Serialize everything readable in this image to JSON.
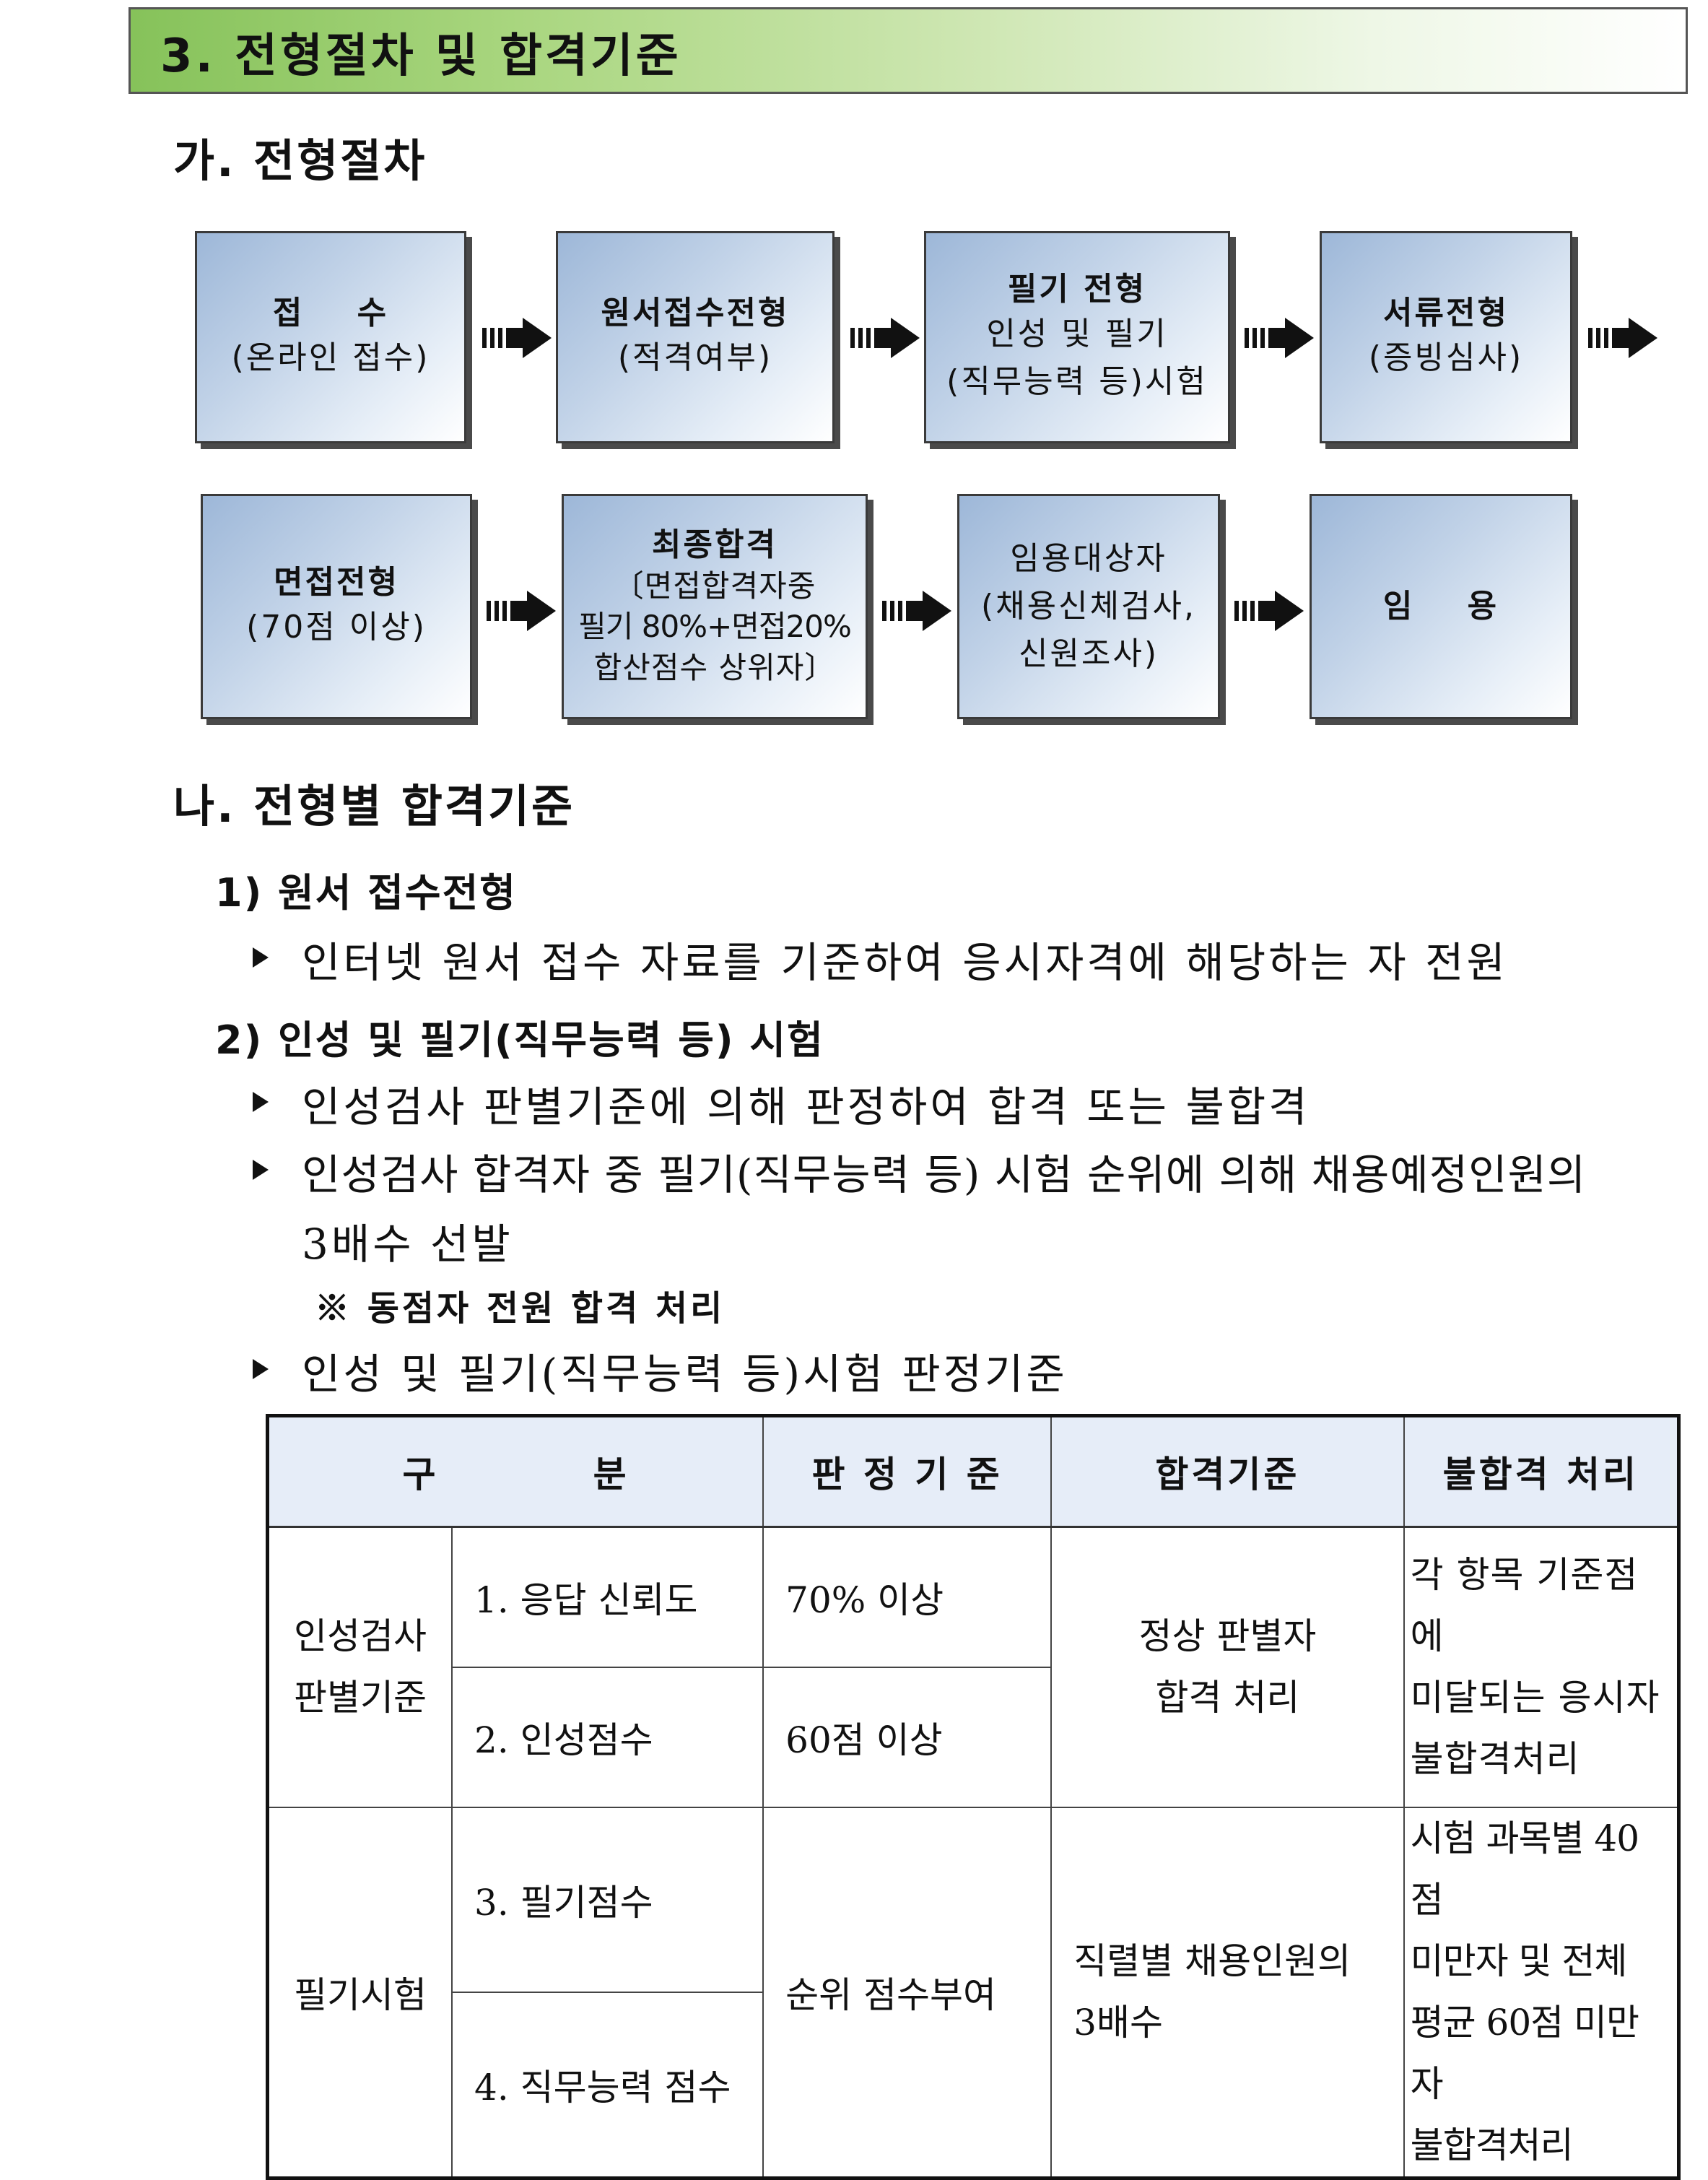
{
  "section": {
    "title": "3. 전형절차 및 합격기준"
  },
  "procedure": {
    "title": "가. 전형절차",
    "row1": [
      {
        "line1": "접    수",
        "line2": "(온라인 접수)"
      },
      {
        "line1": "원서접수전형",
        "line2": "(적격여부)"
      },
      {
        "line1": "필기 전형",
        "line2": "인성 및 필기",
        "line3": "(직무능력 등)시험"
      },
      {
        "line1": "서류전형",
        "line2": "(증빙심사)"
      }
    ],
    "row2": [
      {
        "line1": "면접전형",
        "line2": "(70점 이상)"
      },
      {
        "line1": "최종합격",
        "line2": "〔면접합격자중",
        "line3": "필기 80%+면접20%",
        "line4": "합산점수 상위자〕"
      },
      {
        "line1": "임용대상자",
        "line2": "(채용신체검사,",
        "line3": "신원조사)"
      },
      {
        "line1": "임    용"
      }
    ]
  },
  "criteria": {
    "title": "나. 전형별 합격기준",
    "item1": {
      "title": "1) 원서 접수전형",
      "bullet1": "인터넷 원서 접수 자료를 기준하여 응시자격에 해당하는 자 전원"
    },
    "item2": {
      "title": "2) 인성 및 필기(직무능력 등) 시험",
      "bullet1": "인성검사 판별기준에 의해 판정하여 합격 또는 불합격",
      "bullet2_line1": "인성검사 합격자 중 필기(직무능력 등) 시험 순위에 의해 채용예정인원의",
      "bullet2_line2": "3배수 선발",
      "note": "※ 동점자 전원 합격 처리",
      "bullet3": "인성 및 필기(직무능력 등)시험 판정기준"
    },
    "table": {
      "headers": [
        "구          분",
        "판 정 기 준",
        "합격기준",
        "불합격 처리"
      ],
      "group1": {
        "name_line1": "인성검사",
        "name_line2": "판별기준",
        "rows": [
          {
            "item": "1. 응답 신뢰도",
            "standard": "70% 이상"
          },
          {
            "item": "2. 인성점수",
            "standard": "60점 이상"
          }
        ],
        "pass_line1": "정상 판별자",
        "pass_line2": "합격 처리",
        "fail_line1": "각 항목 기준점에",
        "fail_line2": "미달되는 응시자",
        "fail_line3": "불합격처리"
      },
      "group2": {
        "name": "필기시험",
        "rows": [
          {
            "item": "3. 필기점수"
          },
          {
            "item": "4. 직무능력 점수"
          }
        ],
        "standard": "순위 점수부여",
        "pass_line1": "직렬별 채용인원의",
        "pass_line2": "3배수",
        "fail_line1": "시험 과목별 40점",
        "fail_line2": "미만자 및 전체",
        "fail_line3": "평균 60점 미만자",
        "fail_line4": "불합격처리"
      }
    }
  }
}
